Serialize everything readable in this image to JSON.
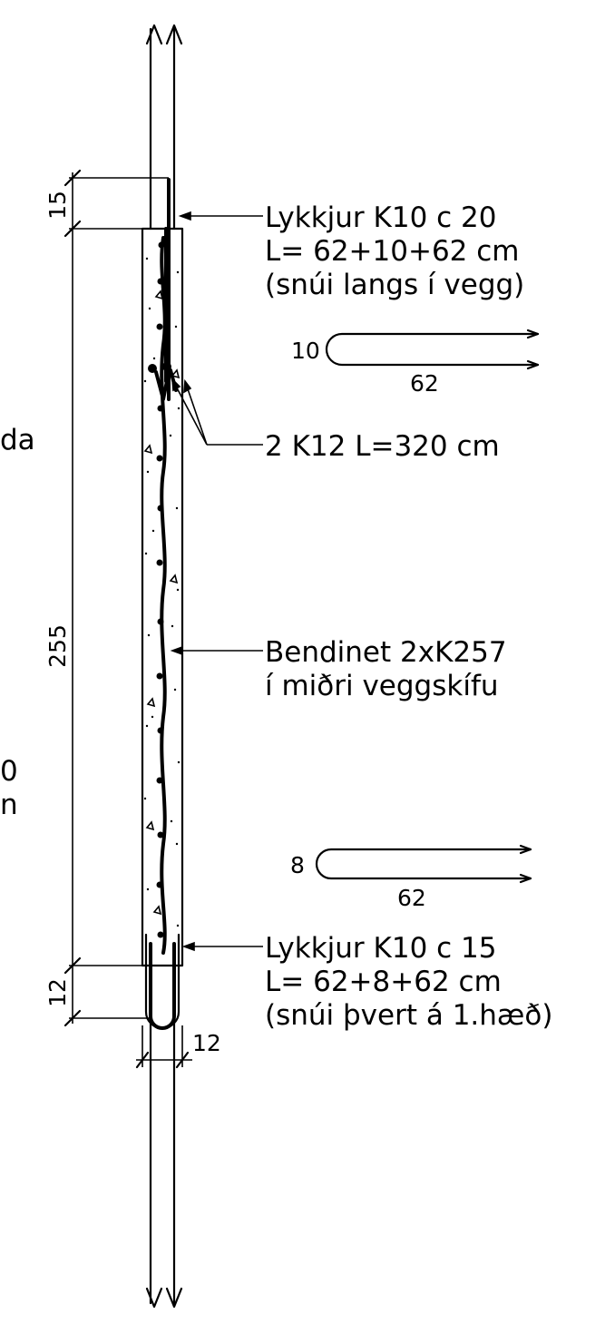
{
  "annotations": {
    "top_loops": {
      "line1": "Lykkjur K10 c 20",
      "line2": "L= 62+10+62 cm",
      "line3": "(snúi langs í vegg)"
    },
    "bars": {
      "line1": "2 K12 L=320 cm"
    },
    "mesh": {
      "line1": "Bendinet 2xK257",
      "line2": "í miðri veggskífu"
    },
    "bottom_loops": {
      "line1": "Lykkjur K10 c 15",
      "line2": "L= 62+8+62 cm",
      "line3": "(snúi þvert á 1.hæð)"
    }
  },
  "shapes": {
    "top": {
      "height": "10",
      "length": "62"
    },
    "bottom": {
      "height": "8",
      "length": "62"
    }
  },
  "dimensions": {
    "top": "15",
    "height": "255",
    "bottom": "12",
    "width": "12"
  },
  "edge_fragments": {
    "a": "da",
    "b": "0",
    "c": "n"
  }
}
